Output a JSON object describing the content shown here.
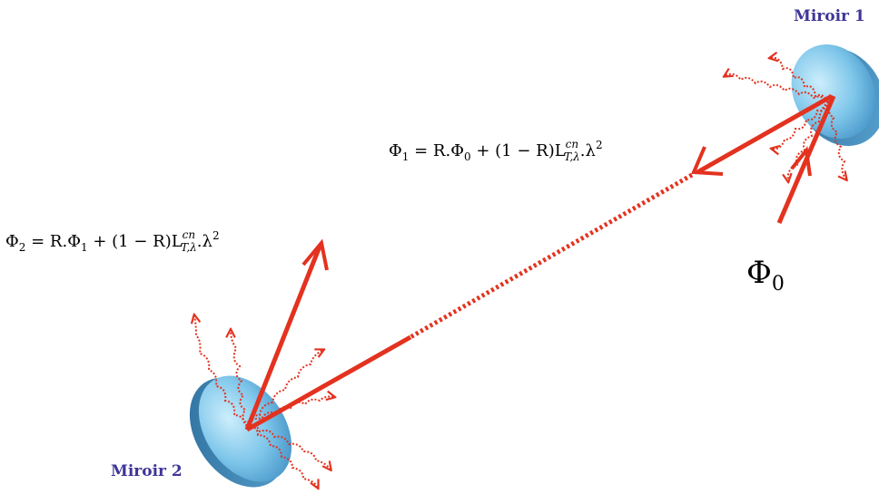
{
  "labels": {
    "mirror1": "Miroir 1",
    "mirror2": "Miroir 2",
    "phi0": "Φ",
    "phi0_sub": "0"
  },
  "equations": {
    "eq1": {
      "lhs": "Φ",
      "lhs_sub": "1",
      "mid": " = R.Φ",
      "mid_sub": "0",
      "tail": " + (1 − R)L",
      "sup": "cn",
      "sub": "T,λ",
      "end": ".λ",
      "pow": "2"
    },
    "eq2": {
      "lhs": "Φ",
      "lhs_sub": "2",
      "mid": " = R.Φ",
      "mid_sub": "1",
      "tail": " + (1 − R)L",
      "sup": "cn",
      "sub": "T,λ",
      "end": ".λ",
      "pow": "2"
    }
  },
  "colors": {
    "beam": "#e3321f",
    "emission": "#e3321f",
    "mirror_face": "#8fd0ee",
    "mirror_edge": "#3e7fae",
    "label": "#3f3597"
  }
}
